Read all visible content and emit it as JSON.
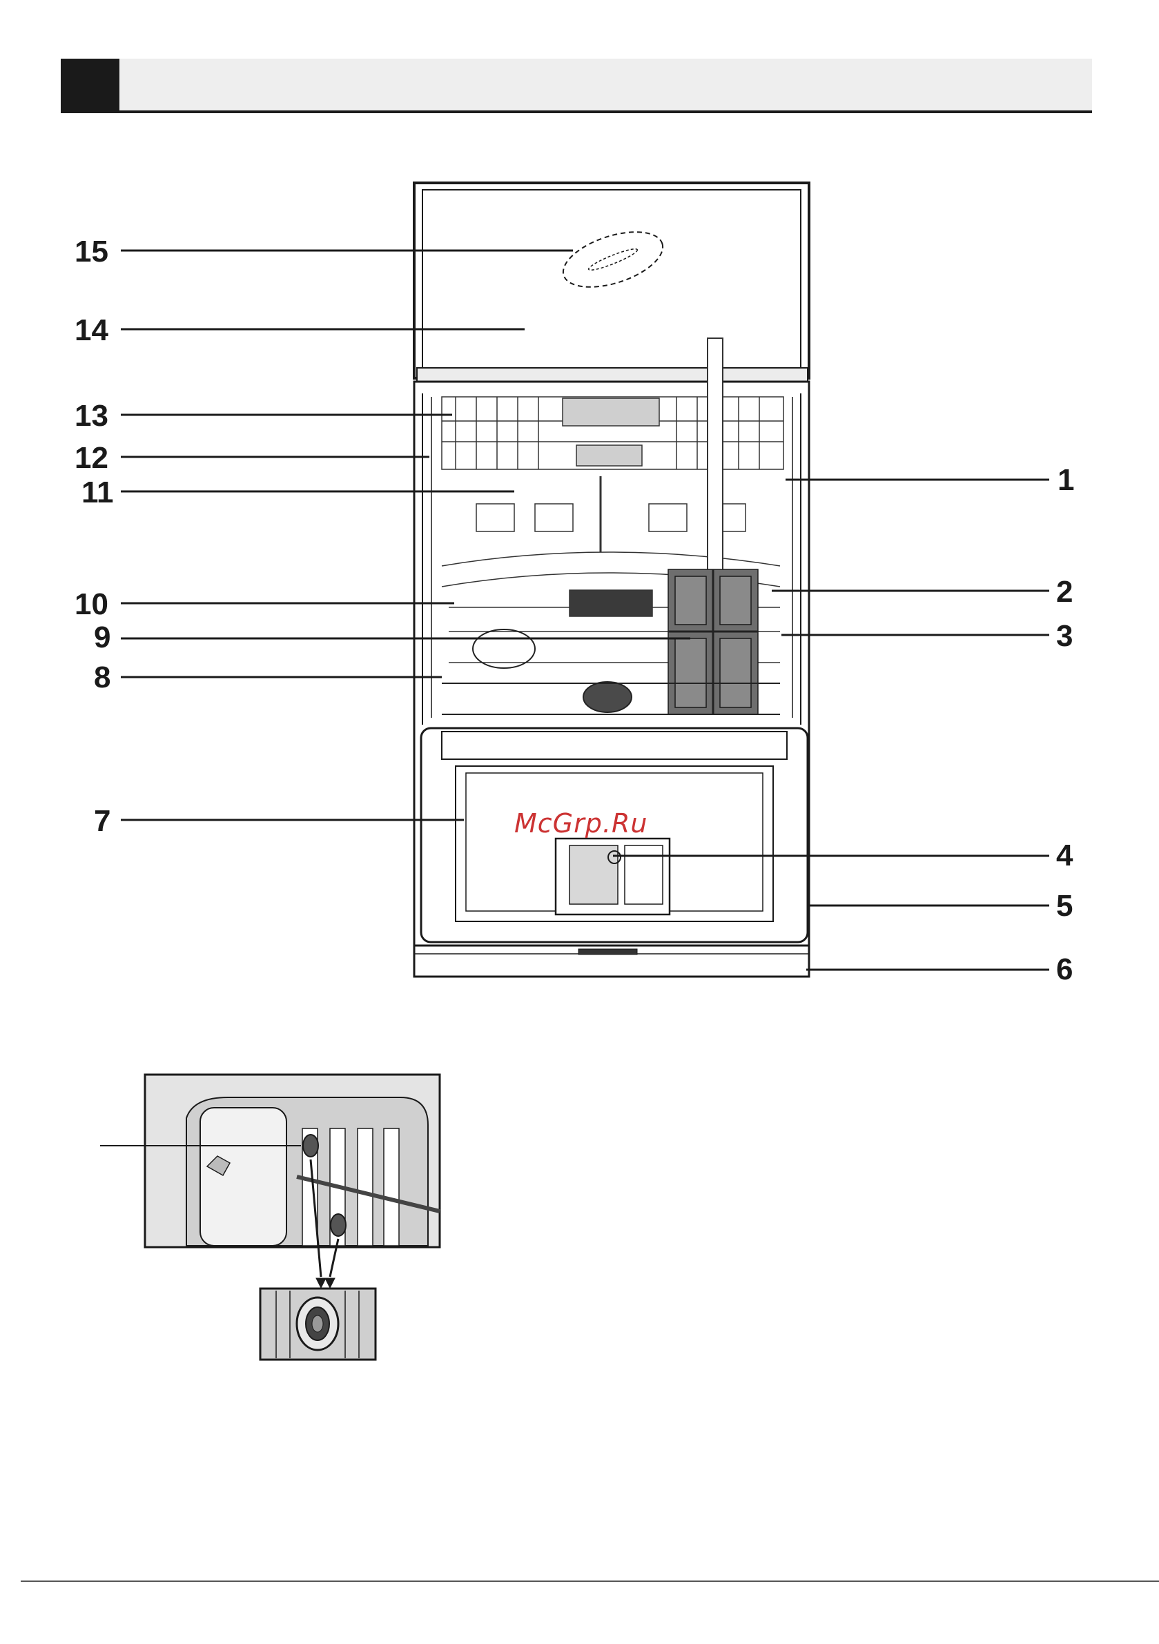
{
  "header": {
    "title": ""
  },
  "diagram": {
    "callouts_left": [
      "15",
      "14",
      "13",
      "12",
      "11",
      "10",
      "9",
      "8",
      "7"
    ],
    "callouts_right": [
      "1",
      "2",
      "3",
      "4",
      "5",
      "6"
    ],
    "watermark": "McGrp.Ru"
  },
  "inset": {
    "label": ""
  },
  "colors": {
    "line": "#1a1a1a",
    "panel": "#ffffff",
    "watermark": "#cc3333",
    "header_bg": "#eeeeee"
  }
}
